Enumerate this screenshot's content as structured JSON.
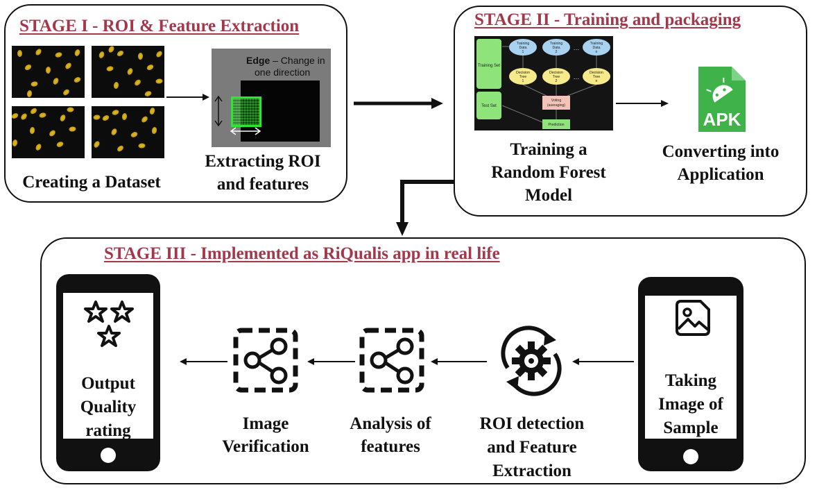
{
  "stage1": {
    "title": "STAGE I - ROI & Feature Extraction",
    "dataset_caption": "Creating a Dataset",
    "roi_caption_lines": [
      "Extracting ROI",
      "and features"
    ],
    "edge_label_bold": "Edge",
    "edge_label_rest": " – Change in",
    "edge_label_line2": "one direction"
  },
  "stage2": {
    "title": "STAGE II - Training and packaging",
    "rf_caption_lines": [
      "Training a",
      "Random Forest",
      "Model"
    ],
    "apk_caption_lines": [
      "Converting into",
      "Application"
    ],
    "apk_badge": "APK",
    "rf_diagram": {
      "training_set": "Training Set",
      "test_set": "Test Set",
      "training_data": [
        [
          "Training",
          "Data",
          "1"
        ],
        [
          "Training",
          "Data",
          "2"
        ],
        [
          "Training",
          "Data",
          "n"
        ]
      ],
      "decision_trees": [
        [
          "Decision",
          "Tree",
          "1"
        ],
        [
          "Decision",
          "Tree",
          "2"
        ],
        [
          "Decision",
          "Tree",
          "n"
        ]
      ],
      "voting": [
        "Voting",
        "(averaging)"
      ],
      "prediction": "Prediction",
      "ellipsis": "…"
    }
  },
  "stage3": {
    "title": "STAGE III - Implemented as RiQualis app in real life",
    "output_lines": [
      "Output",
      "Quality",
      "rating"
    ],
    "verification_lines": [
      "Image",
      "Verification"
    ],
    "analysis_lines": [
      "Analysis of",
      "features"
    ],
    "roi_detection_lines": [
      "ROI detection",
      "and Feature",
      "Extraction"
    ],
    "taking_image_lines": [
      "Taking",
      "Image of",
      "Sample"
    ]
  },
  "colors": {
    "title_red": "#a3384a",
    "roi_green": "#2ee62e",
    "apk_green": "#3fb34a",
    "rf_green": "#8ee37a",
    "rf_blue": "#a9d2f0",
    "rf_yellow": "#f7ea8a",
    "rf_pink": "#f3c2b8"
  }
}
